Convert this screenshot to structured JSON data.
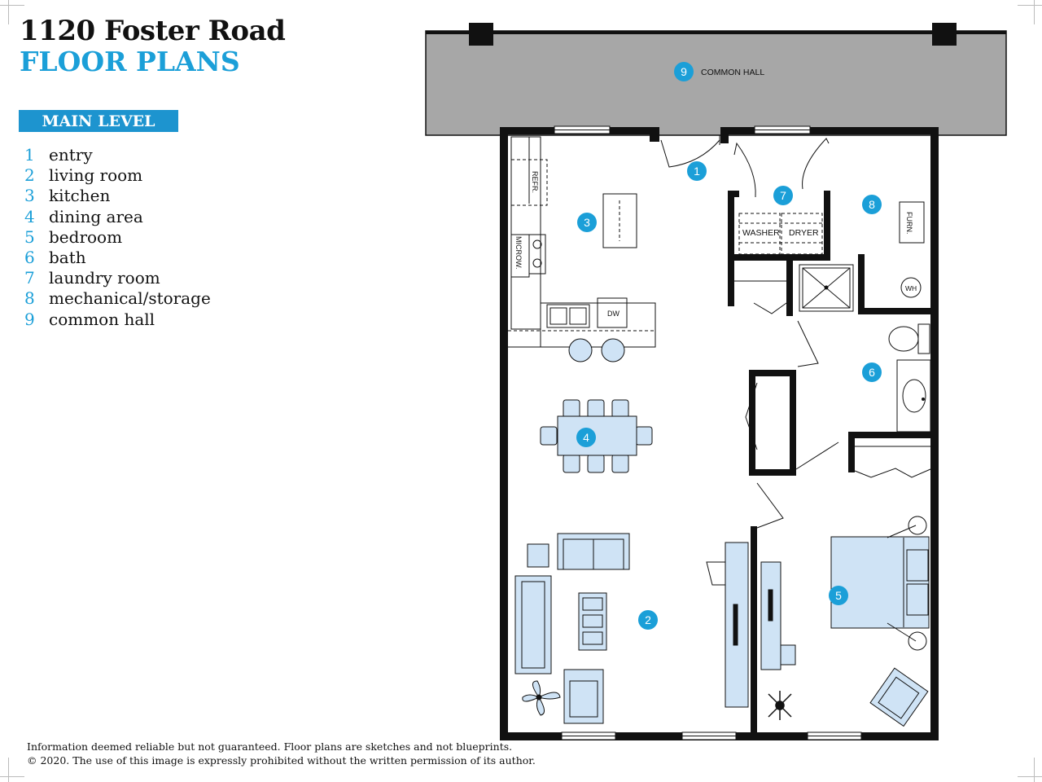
{
  "header": {
    "title": "1120 Foster Road",
    "subtitle": "FLOOR PLANS"
  },
  "level_label": "MAIN LEVEL",
  "legend": [
    {
      "num": "1",
      "label": "entry"
    },
    {
      "num": "2",
      "label": "living room"
    },
    {
      "num": "3",
      "label": "kitchen"
    },
    {
      "num": "4",
      "label": "dining area"
    },
    {
      "num": "5",
      "label": "bedroom"
    },
    {
      "num": "6",
      "label": "bath"
    },
    {
      "num": "7",
      "label": "laundry room"
    },
    {
      "num": "8",
      "label": "mechanical/storage"
    },
    {
      "num": "9",
      "label": "common hall"
    }
  ],
  "plan": {
    "common_hall_label": "COMMON HALL",
    "appliances": {
      "refrigerator": "REFR.",
      "microwave": "MICROW.",
      "dishwasher": "DW",
      "washer": "WASHER",
      "dryer": "DRYER",
      "furnace": "FURN.",
      "water_heater": "WH"
    },
    "room_markers": [
      "1",
      "2",
      "3",
      "4",
      "5",
      "6",
      "7",
      "8",
      "9"
    ]
  },
  "colors": {
    "accent": "#1b9fd8",
    "badge": "#1d94cf",
    "hall": "#a7a7a7",
    "furniture": "#cfe3f5",
    "wall": "#111111"
  },
  "footer": {
    "line1": "Information deemed reliable but not guaranteed. Floor plans are sketches and not blueprints.",
    "line2": "© 2020. The use of  this image is expressly prohibited without the written permission of its author."
  }
}
